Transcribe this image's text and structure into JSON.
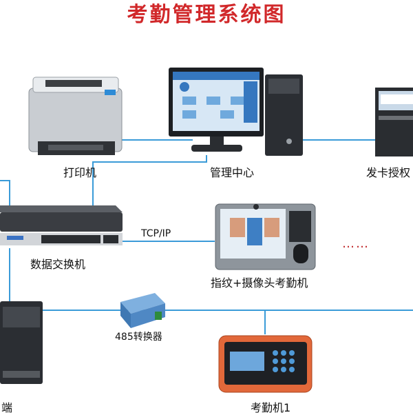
{
  "diagram": {
    "title": "考勤管理系统图",
    "nodes": {
      "printer": "打印机",
      "management_center": "管理中心",
      "card_issuer": "发卡授权",
      "network_switch": "数据交换机",
      "fingerprint_camera_terminal": "指纹+摄像头考勤机",
      "client": "端",
      "converter_485": "485转换器",
      "attendance_machine_1": "考勤机1"
    },
    "link_labels": {
      "tcp_ip": "TCP/IP",
      "more_devices": "……"
    },
    "colors": {
      "title": "#d1282a",
      "link_line": "#3a9bd8",
      "text": "#111111"
    }
  }
}
